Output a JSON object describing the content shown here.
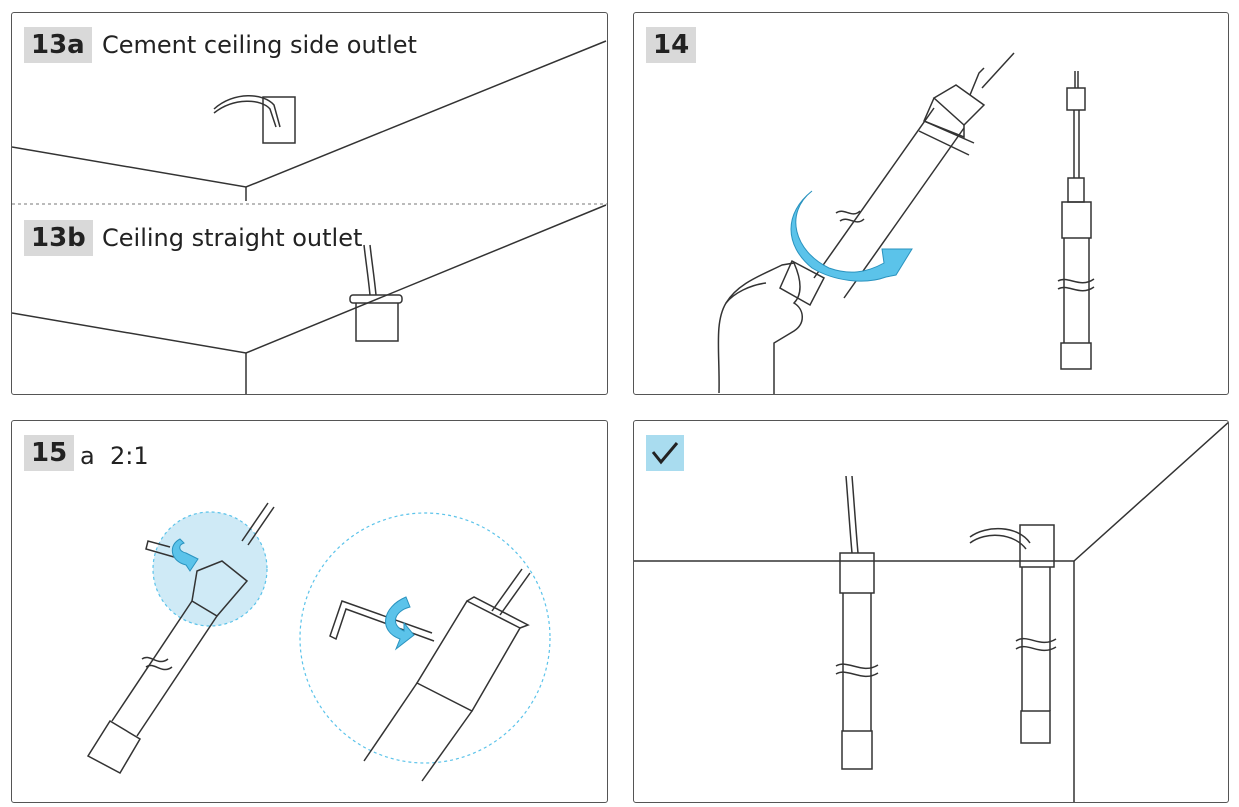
{
  "panels": {
    "p13": {
      "step_a": "13a",
      "caption_a": "Cement ceiling side outlet",
      "step_b": "13b",
      "caption_b": "Ceiling straight outlet"
    },
    "p14": {
      "step": "14"
    },
    "p15": {
      "step": "15",
      "caption": "a  2:1"
    },
    "done": {
      "icon": "checkmark-icon"
    }
  },
  "colors": {
    "line": "#333333",
    "badge_gray": "#d9d9d9",
    "arrow_blue": "#5bc3ea",
    "zoom_circle": "#cfeaf6",
    "check_bg": "#a9dcef"
  }
}
